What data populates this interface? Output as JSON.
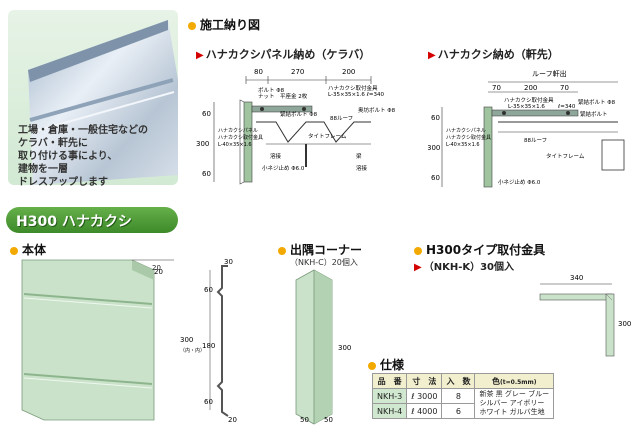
{
  "photo": {
    "caption": [
      "工場・倉庫・一般住宅などの",
      "ケラバ・軒先に",
      "取り付ける事により、",
      "建物を一層",
      "ドレスアップします"
    ]
  },
  "install": {
    "title": "施工納り図",
    "left_title": "ハナカクシパネル納め（ケラバ）",
    "right_title": "ハナカクシ納め（軒先）",
    "left_dims": [
      "80",
      "270",
      "200",
      "60",
      "300",
      "60"
    ],
    "left_labels": [
      "ボルト Φ8",
      "ナット",
      "平座金 2枚",
      "緊結ボルト Φ8",
      "ハナカクシ取付金具",
      "L-35×35×1.6 ℓ=340",
      "88ルーフ",
      "タイトフレーム",
      "梁",
      "溶接",
      "小ネジ止め Φ6.0",
      "奥坊ボルト Φ8",
      "溶接",
      "ハナカクシパネル",
      "ハナカクシ取付金具",
      "L-40×35×1.6"
    ],
    "right_dims": [
      "70",
      "200",
      "70",
      "ルーフ軒出",
      "60",
      "300",
      "60"
    ],
    "right_labels": [
      "ハナカクシ取付金具",
      "L-35×35×1.6",
      "ℓ=340",
      "緊結ボルト Φ8",
      "緊結ボルト",
      "ハナカクシパネル",
      "ハナカクシ取付金具",
      "L-40×35×1.6",
      "88ルーフ",
      "タイトフレーム",
      "小ネジ止め Φ6.0"
    ]
  },
  "banner": {
    "text": "H300 ハナカクシ"
  },
  "body_section": {
    "title": "本体",
    "dims": [
      "20",
      "20"
    ]
  },
  "profile": {
    "dims": [
      "30",
      "60",
      "180",
      "60",
      "20",
      "300",
      "（内・内）"
    ]
  },
  "corner": {
    "title": "出隅コーナー",
    "subtitle": "（NKH-C）20個入",
    "dims": [
      "300",
      "50",
      "50"
    ]
  },
  "bracket": {
    "title": "H300タイプ取付金具",
    "subtitle": "（NKH-K）30個入",
    "dims": [
      "340",
      "300"
    ]
  },
  "spec": {
    "title": "仕様",
    "headers": [
      "品　番",
      "寸　法",
      "入　数",
      "色"
    ],
    "color_note": "(t=0.5mm)",
    "rows": [
      {
        "code": "NKH-3",
        "size": "ℓ 3000",
        "qty": "8"
      },
      {
        "code": "NKH-4",
        "size": "ℓ 4000",
        "qty": "6"
      }
    ],
    "colors": [
      "新茶 黒 グレー ブルー",
      "シルバー アイボリー",
      "ホワイト ガルバ生地"
    ]
  },
  "colors": {
    "accent": "#f2a900",
    "banner": "#4c9a36",
    "panel": "#c9e2c9",
    "metal": "#aab7ab"
  }
}
